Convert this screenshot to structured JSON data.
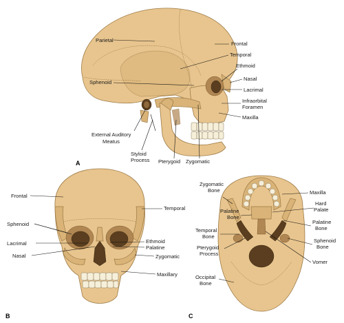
{
  "panels": {
    "a": "A",
    "b": "B",
    "c": "C"
  },
  "lateral": {
    "parietal": "Parietal",
    "frontal": "Frontal",
    "temporal": "Temporal",
    "ethmoid": "Ethmoid",
    "nasal": "Nasal",
    "sphenoid": "Sphenoid",
    "lacrimal": "Lacrimal",
    "infraorbital_1": "Infraorbital",
    "infraorbital_2": "Foramen",
    "maxilla": "Maxilla",
    "ext_auditory_1": "External Auditory",
    "ext_auditory_2": "Meatus",
    "styloid_1": "Styloid",
    "styloid_2": "Process",
    "pterygoid": "Pterygoid",
    "zygomatic": "Zygomatic"
  },
  "anterior": {
    "frontal": "Frontal",
    "temporal": "Temporal",
    "sphenoid": "Sphenoid",
    "lacrimal": "Lacrimal",
    "nasal": "Nasal",
    "ethmoid": "Ethmoid",
    "palatine": "Palatine",
    "zygomatic": "Zygomatic",
    "maxillary": "Maxillary"
  },
  "inferior": {
    "zygomatic_1": "Zygomatic",
    "zygomatic_2": "Bone",
    "palatine_l_1": "Palatine",
    "palatine_l_2": "Bone",
    "temporal_1": "Temporal",
    "temporal_2": "Bone",
    "pterygoid_1": "Pterygoid",
    "pterygoid_2": "Process",
    "occipital_1": "Occipital",
    "occipital_2": "Bone",
    "maxilla": "Maxilla",
    "hard_palate_1": "Hard",
    "hard_palate_2": "Palate",
    "palatine_r_1": "Palatine",
    "palatine_r_2": "Bone",
    "sphenoid_1": "Sphenoid",
    "sphenoid_2": "Bone",
    "vomer": "Vomer"
  },
  "colors": {
    "bone": "#e8c58e",
    "shadow": "#5a3e1f",
    "teeth": "#f6efd9"
  }
}
